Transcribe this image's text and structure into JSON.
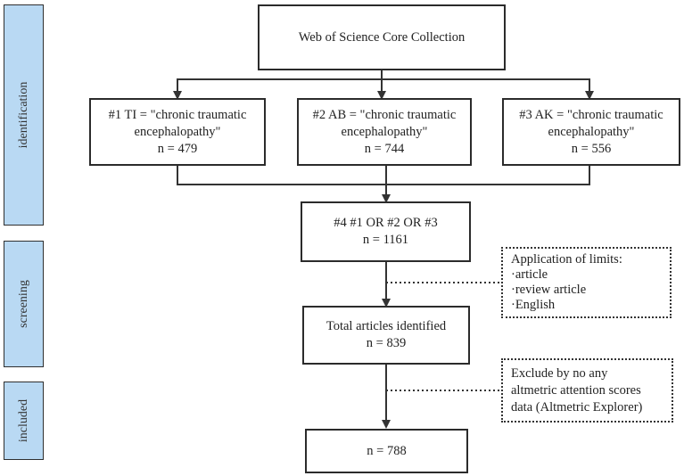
{
  "phases": {
    "identification": "identification",
    "screening": "screening",
    "included": "included"
  },
  "database": "Web of Science Core Collection",
  "searches": [
    {
      "query": "#1 TI = \"chronic traumatic",
      "query2": "encephalopathy\"",
      "count": "n = 479"
    },
    {
      "query": "#2 AB = \"chronic traumatic",
      "query2": "encephalopathy\"",
      "count": "n = 744"
    },
    {
      "query": "#3 AK = \"chronic traumatic",
      "query2": "encephalopathy\"",
      "count": "n = 556"
    }
  ],
  "combined": {
    "label": "#4 #1 OR #2 OR #3",
    "count": "n = 1161"
  },
  "limits": {
    "title": "Application of limits:",
    "items": [
      "·article",
      "·review article",
      "·English"
    ]
  },
  "total": {
    "label": "Total articles identified",
    "count": "n = 839"
  },
  "exclude": {
    "lines": [
      "Exclude by no any",
      "altmetric attention scores",
      "data (Altmetric Explorer)"
    ]
  },
  "final": {
    "count": "n = 788"
  },
  "colors": {
    "phase_fill": "#b9d9f3",
    "stroke": "#2b2b2b"
  }
}
